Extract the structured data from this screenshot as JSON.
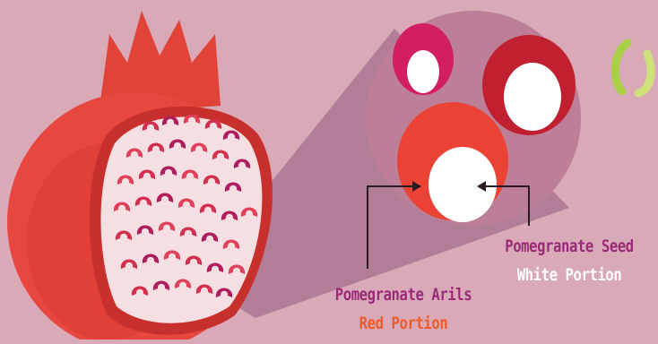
{
  "labels": {
    "seed_title": "Pomegranate Seed",
    "seed_sub": "White Portion",
    "arils_title": "Pomegranate Arils",
    "arils_sub": "Red Portion"
  },
  "colors": {
    "background": "#d9a9b8",
    "fruit_red": "#e8473f",
    "fruit_dark": "#c7302c",
    "flesh": "#f6dfe2",
    "aril_red": "#d2304c",
    "aril_magenta": "#b01d5c",
    "zoom_circle": "#bd7f98",
    "zoom_beam": "#a4708c",
    "seed_white": "#ffffff",
    "label_purple": "#9a2a78",
    "label_orange": "#ef5b2c",
    "accent_green": "#a8cf45"
  }
}
